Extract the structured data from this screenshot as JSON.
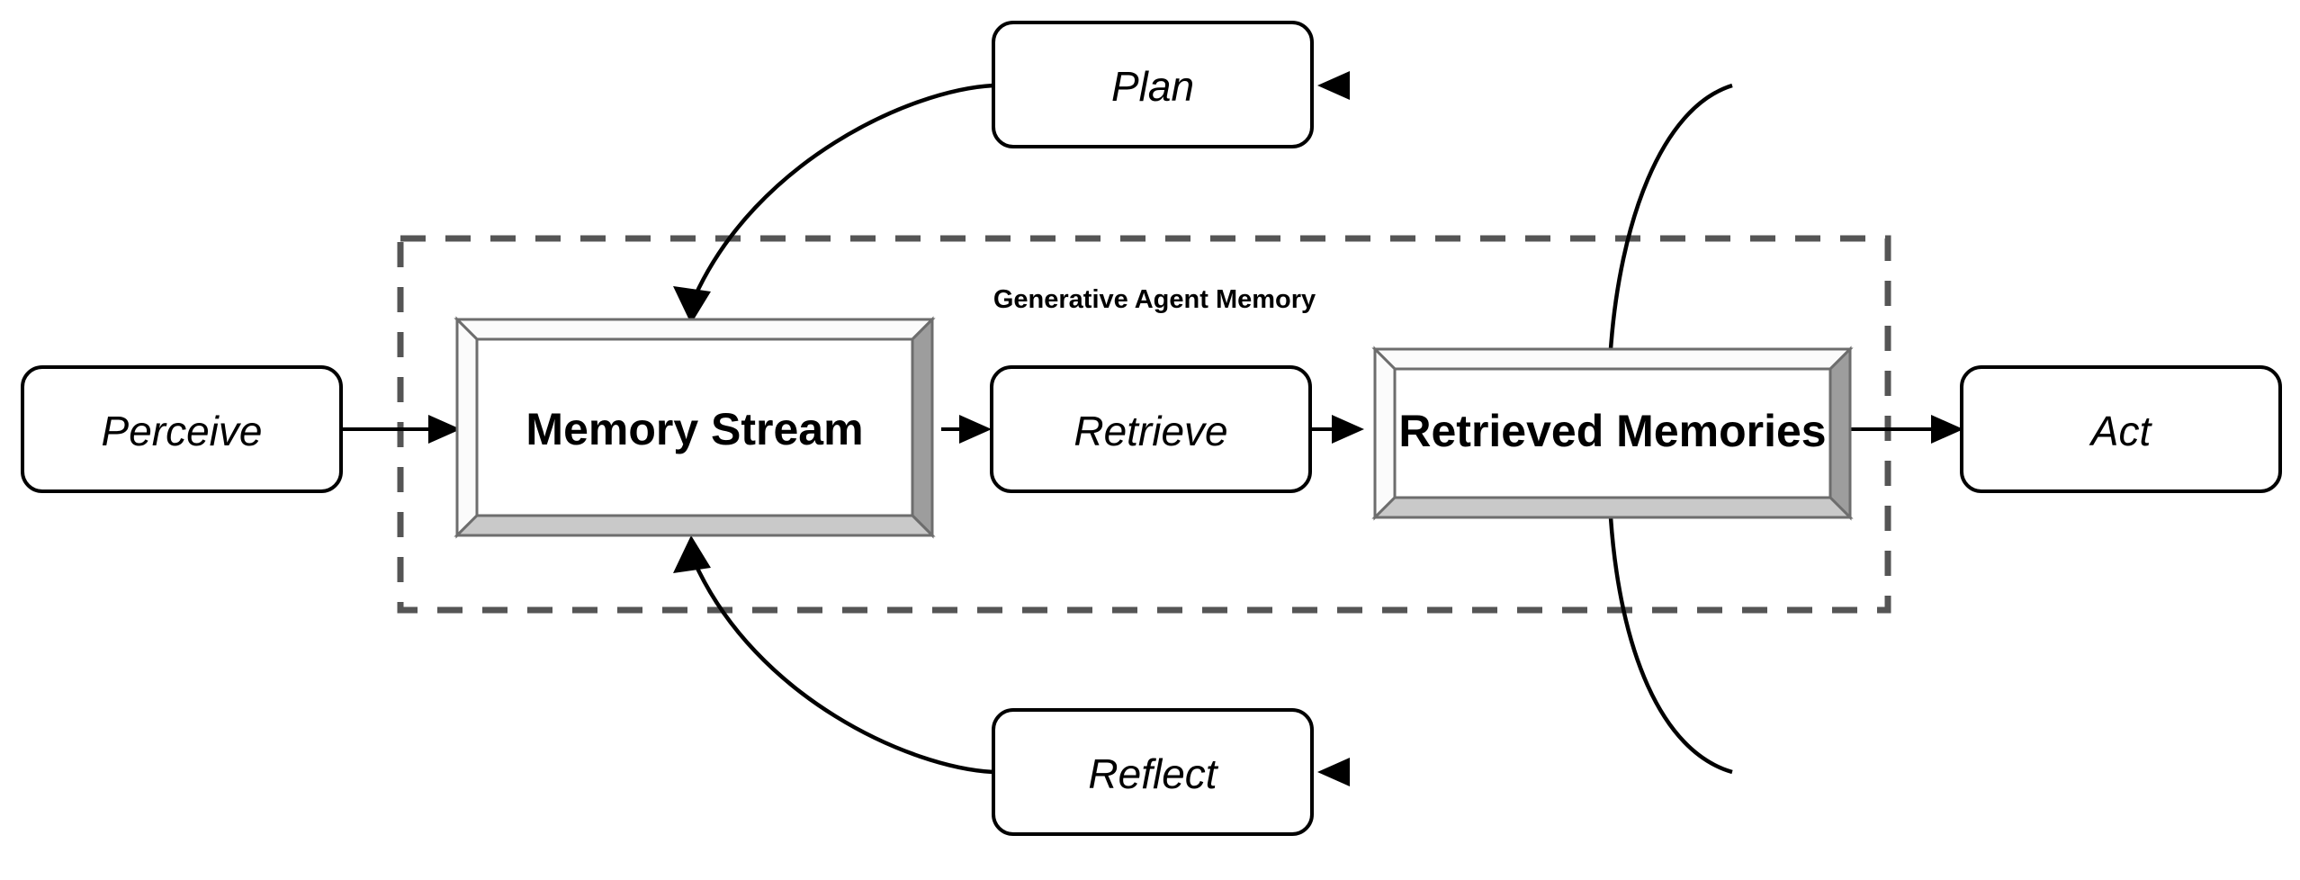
{
  "diagram": {
    "title": "Generative Agent Memory",
    "group_label": "Generative Agent Memory",
    "colors": {
      "background": "#ffffff",
      "stroke": "#000000",
      "group_boundary": "#555555",
      "frame_bevel_light": "#fbfbfb",
      "frame_bevel_mid": "#c9c9c9",
      "frame_bevel_dark": "#9d9d9d",
      "frame_edge": "#6d6d6d"
    },
    "nodes": {
      "perceive": {
        "label": "Perceive",
        "style": "rounded-italic"
      },
      "plan": {
        "label": "Plan",
        "style": "rounded-italic"
      },
      "retrieve": {
        "label": "Retrieve",
        "style": "rounded-italic"
      },
      "reflect": {
        "label": "Reflect",
        "style": "rounded-italic"
      },
      "act": {
        "label": "Act",
        "style": "rounded-italic"
      },
      "memory_stream": {
        "label": "Memory Stream",
        "style": "framed-bold"
      },
      "retrieved_memories": {
        "label": "Retrieved Memories",
        "style": "framed-bold"
      }
    },
    "edges": [
      {
        "from": "perceive",
        "to": "memory_stream",
        "kind": "straight-arrow"
      },
      {
        "from": "memory_stream",
        "to": "retrieve",
        "kind": "straight-arrow"
      },
      {
        "from": "retrieve",
        "to": "retrieved_memories",
        "kind": "straight-arrow"
      },
      {
        "from": "retrieved_memories",
        "to": "act",
        "kind": "straight-arrow"
      },
      {
        "from": "retrieved_memories",
        "to": "plan",
        "kind": "curve-arrow"
      },
      {
        "from": "plan",
        "to": "memory_stream",
        "kind": "curve-arrow"
      },
      {
        "from": "retrieved_memories",
        "to": "reflect",
        "kind": "curve-arrow"
      },
      {
        "from": "reflect",
        "to": "memory_stream",
        "kind": "curve-arrow"
      }
    ]
  }
}
